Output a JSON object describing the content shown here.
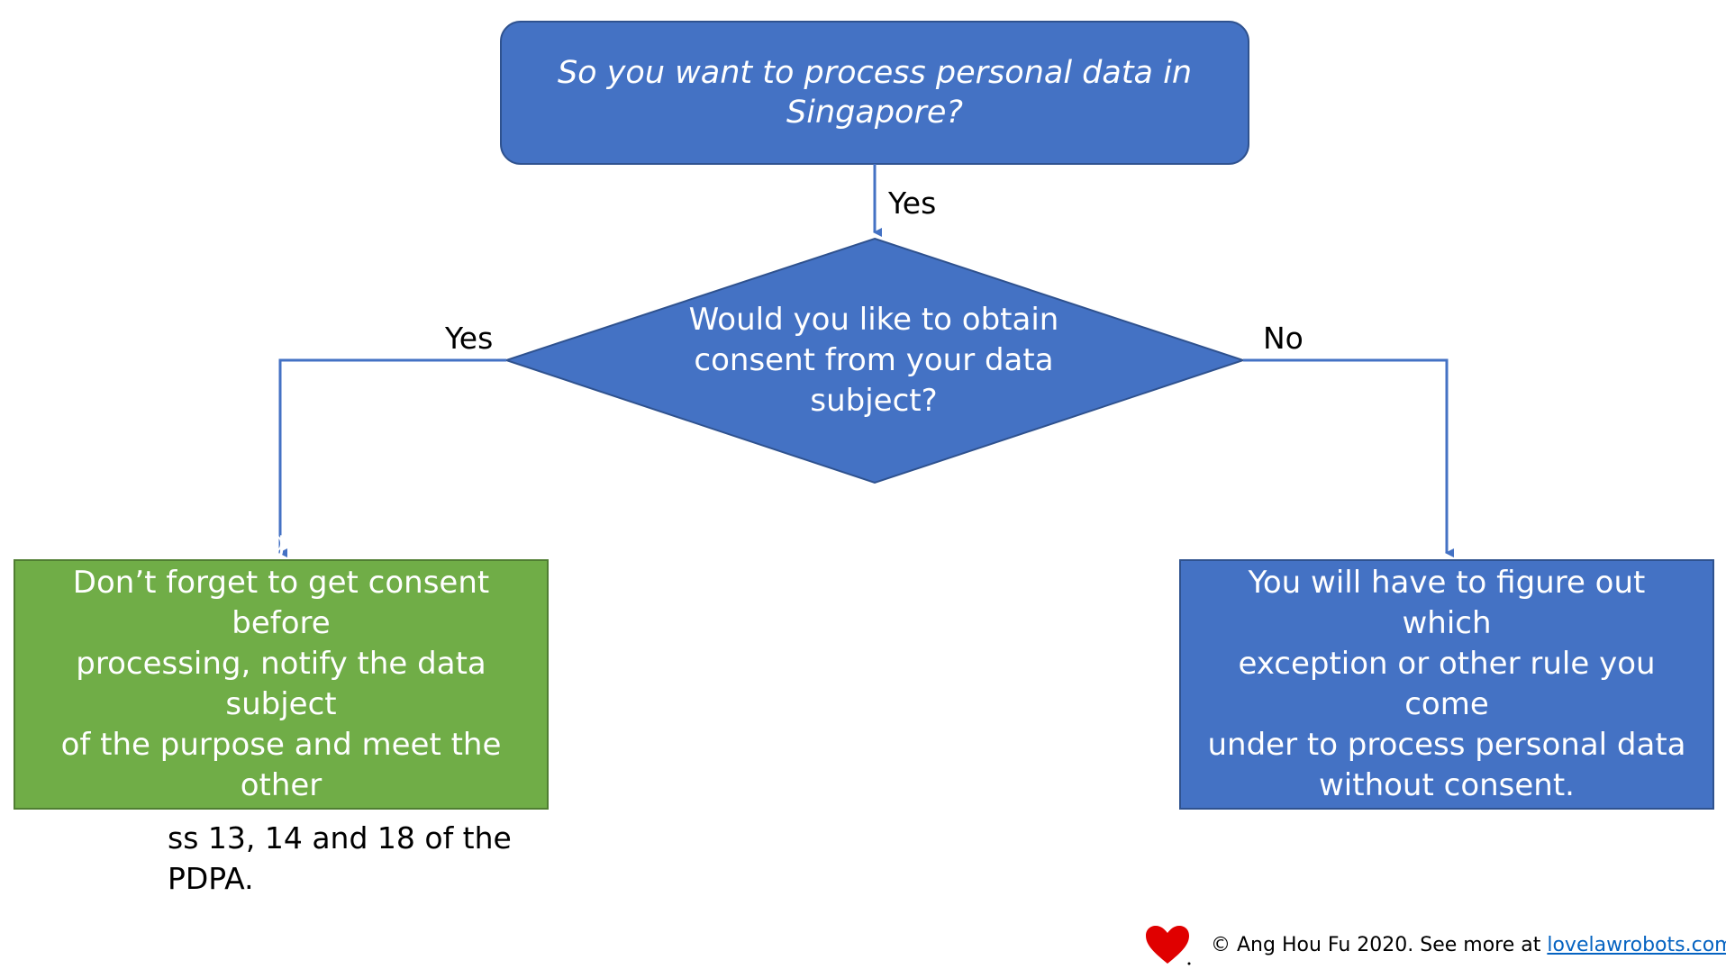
{
  "nodes": {
    "start": {
      "text": "So you want to process personal data in Singapore?"
    },
    "decision": {
      "text": "Would you like to obtain\nconsent from your data\nsubject?"
    },
    "yes_outcome": {
      "text": "OK, great!\nDon’t forget to get consent before\nprocessing, notify the data subject\nof the purpose and meet the other\nrequirements of the PDPA."
    },
    "no_outcome": {
      "text": "You will have to figure out which\nexception or other rule you come\nunder to process personal data\nwithout consent."
    }
  },
  "edges": {
    "start_to_decision": "Yes",
    "decision_yes": "Yes",
    "decision_no": "No"
  },
  "citation": "ss 13, 14 and 18 of the PDPA.",
  "footer": {
    "credit_text": "© Ang Hou Fu 2020. See more at ",
    "link_text": "lovelawrobots.com",
    "icon": "heart-icon"
  },
  "colors": {
    "blue_fill": "#4472c4",
    "blue_border": "#2f528f",
    "green_fill": "#70ad47",
    "green_border": "#507e32",
    "connector": "#4472c4",
    "heart": "#e00000",
    "link": "#0563c1"
  }
}
